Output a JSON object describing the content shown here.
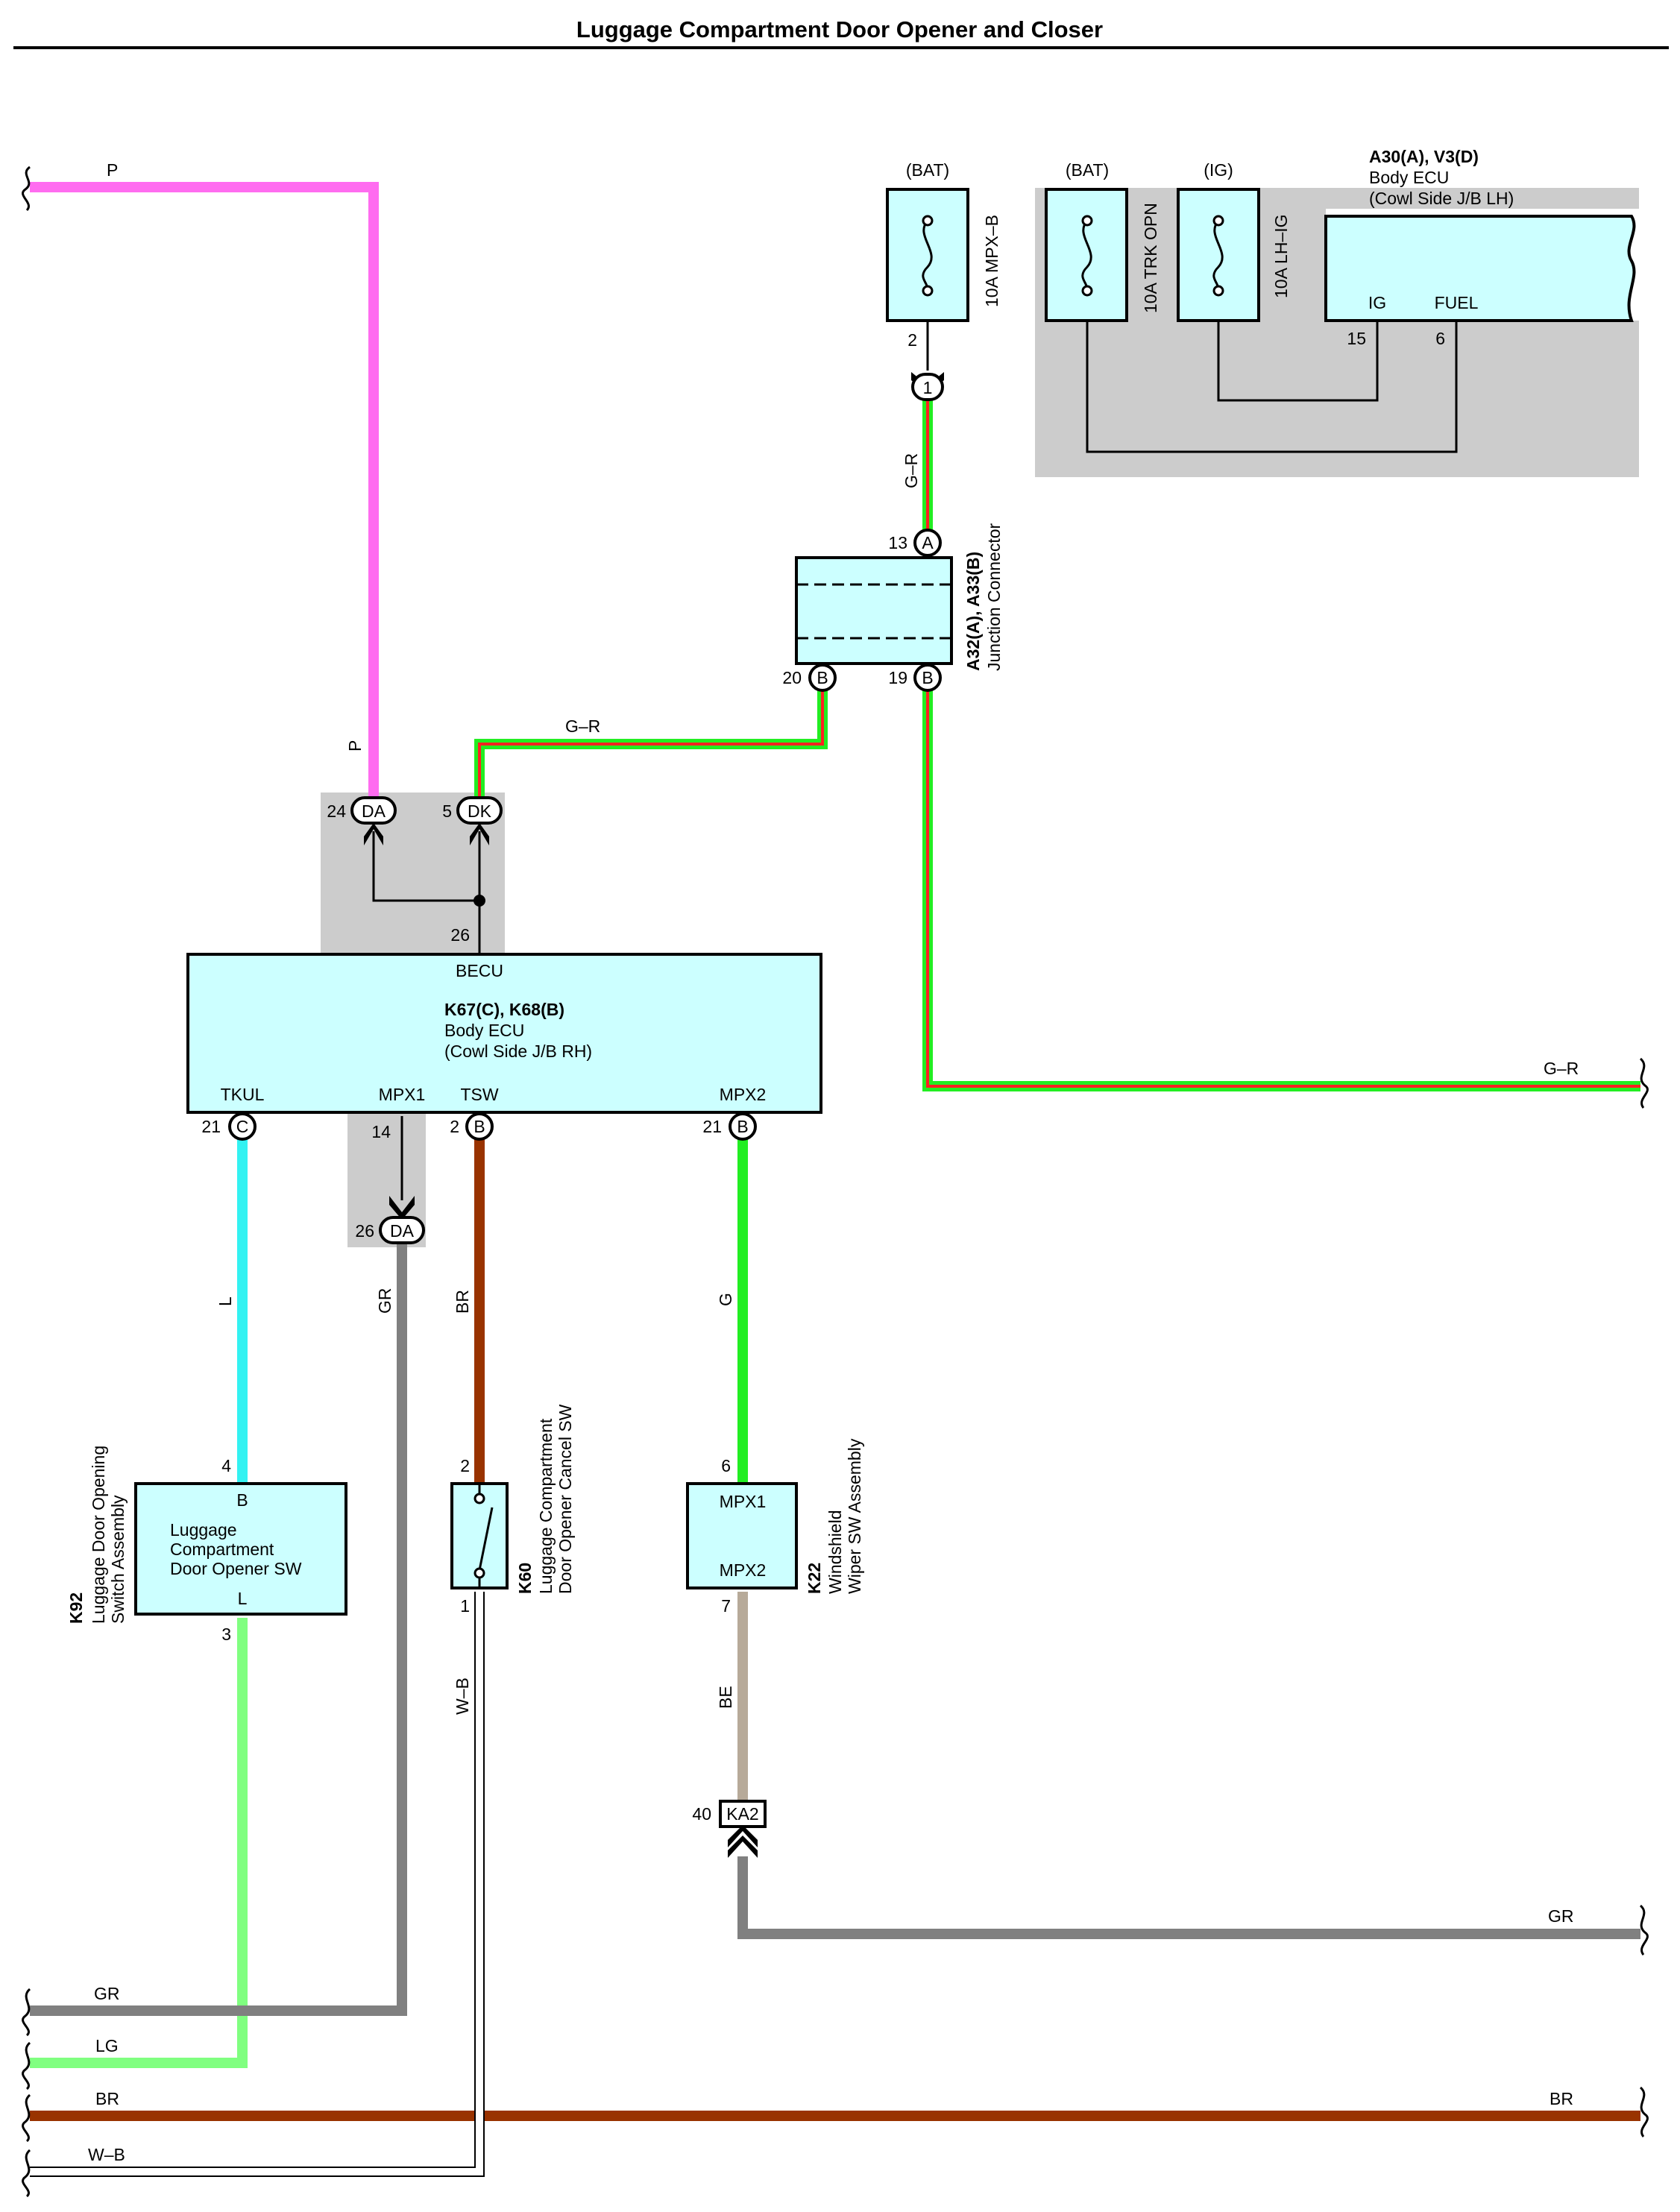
{
  "title": "Luggage Compartment Door Opener and Closer",
  "colors": {
    "wire_P": "#ff6cf0",
    "wire_G": "#22ee22",
    "wire_R": "#ff2222",
    "wire_L": "#33f2f2",
    "wire_LG": "#80ff80",
    "wire_GR": "#808080",
    "wire_BR": "#993300",
    "wire_BE": "#b7aa99",
    "ecu_fill": "#ccffff",
    "shade": "#cccccc"
  },
  "wires": {
    "p_top": "P",
    "p_vert": "P",
    "gr_top": "G–R",
    "gr_mid": "G–R",
    "gr_right": "G–R",
    "l": "L",
    "gr_da": "GR",
    "br_vert": "BR",
    "g_vert": "G",
    "wb_vert": "W–B",
    "be_vert": "BE",
    "gr_right_lower": "GR",
    "bus_gr": "GR",
    "bus_lg": "LG",
    "bus_br_left": "BR",
    "bus_br_right": "BR",
    "bus_wb": "W–B"
  },
  "fuses": {
    "mpxb": {
      "supply": "(BAT)",
      "name": "10A MPX–B",
      "pin": "2"
    },
    "trkopn": {
      "supply": "(BAT)",
      "name": "10A TRK OPN"
    },
    "lhig": {
      "supply": "(IG)",
      "name": "10A LH–IG"
    }
  },
  "body_ecu_lh": {
    "id": "A30(A), V3(D)",
    "name": "Body ECU",
    "location": "(Cowl Side J/B LH)",
    "pins": [
      {
        "name": "IG",
        "num": "15"
      },
      {
        "name": "FUEL",
        "num": "6"
      }
    ]
  },
  "conn_1": "1",
  "junction": {
    "id": "A32(A), A33(B)",
    "name": "Junction Connector",
    "pin_a_num": "13",
    "pin_a": "A",
    "pin_b20_num": "20",
    "pin_b20": "B",
    "pin_b19_num": "19",
    "pin_b19": "B"
  },
  "conn_da_top": {
    "num": "24",
    "label": "DA"
  },
  "conn_dk": {
    "num": "5",
    "label": "DK"
  },
  "becu_pin": "26",
  "body_ecu_rh": {
    "header": "BECU",
    "id": "K67(C), K68(B)",
    "name": "Body ECU",
    "location": "(Cowl Side J/B RH)",
    "pins": [
      {
        "name": "TKUL",
        "num": "21",
        "conn": "C"
      },
      {
        "name": "MPX1",
        "num": "14"
      },
      {
        "name": "TSW",
        "num": "2",
        "conn": "B"
      },
      {
        "name": "MPX2",
        "num": "21",
        "conn": "B"
      }
    ]
  },
  "conn_da_low": {
    "num": "26",
    "label": "DA"
  },
  "k92": {
    "id": "K92",
    "desc1": "Luggage Door Opening",
    "desc2": "Switch Assembly",
    "pin_top": "4",
    "pin_top_name": "B",
    "label1": "Luggage",
    "label2": "Compartment",
    "label3": "Door Opener SW",
    "pin_bottom_name": "L",
    "pin_bottom": "3"
  },
  "k60": {
    "id": "K60",
    "desc1": "Luggage Compartment",
    "desc2": "Door Opener Cancel SW",
    "pin_top": "2",
    "pin_bottom": "1"
  },
  "k22": {
    "id": "K22",
    "desc1": "Windshield",
    "desc2": "Wiper SW Assembly",
    "pin_top": "6",
    "pin_top_name": "MPX1",
    "pin_bottom_name": "MPX2",
    "pin_bottom": "7"
  },
  "ka2": {
    "num": "40",
    "label": "KA2"
  }
}
